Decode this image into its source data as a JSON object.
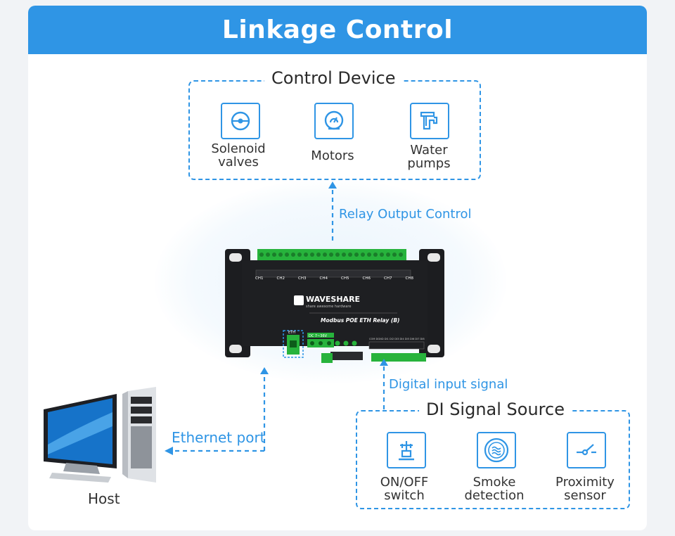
{
  "title": "Linkage Control",
  "control_device": {
    "title": "Control Device",
    "items": [
      {
        "label": "Solenoid\nvalves",
        "icon": "solenoid-valve-icon"
      },
      {
        "label": "Motors",
        "icon": "motor-icon"
      },
      {
        "label": "Water\npumps",
        "icon": "water-pump-icon"
      }
    ]
  },
  "relay_output_label": "Relay Output Control",
  "device": {
    "brand": "WAVESHARE",
    "tagline": "share awesome hardware",
    "model": "Modbus POE ETH Relay (B)",
    "channels": [
      "CH1",
      "CH2",
      "CH3",
      "CH4",
      "CH5",
      "CH6",
      "CH7",
      "CH8"
    ],
    "eth_label": "ETH",
    "power_label": "DC 7~36V",
    "di_labels": "COM DGND DI1 DI2 DI3 DI4 DI5 DI6 DI7 DI8"
  },
  "digital_input_label": "Digital input signal",
  "ethernet_label": "Ethernet port",
  "host_label": "Host",
  "di_source": {
    "title": "DI Signal Source",
    "items": [
      {
        "label": "ON/OFF\nswitch",
        "icon": "switch-icon"
      },
      {
        "label": "Smoke\ndetection",
        "icon": "smoke-detector-icon"
      },
      {
        "label": "Proximity\nsensor",
        "icon": "proximity-sensor-icon"
      }
    ]
  },
  "colors": {
    "accent": "#2f95e5",
    "device_body": "#1e1f22",
    "terminal_green": "#27b33c"
  }
}
